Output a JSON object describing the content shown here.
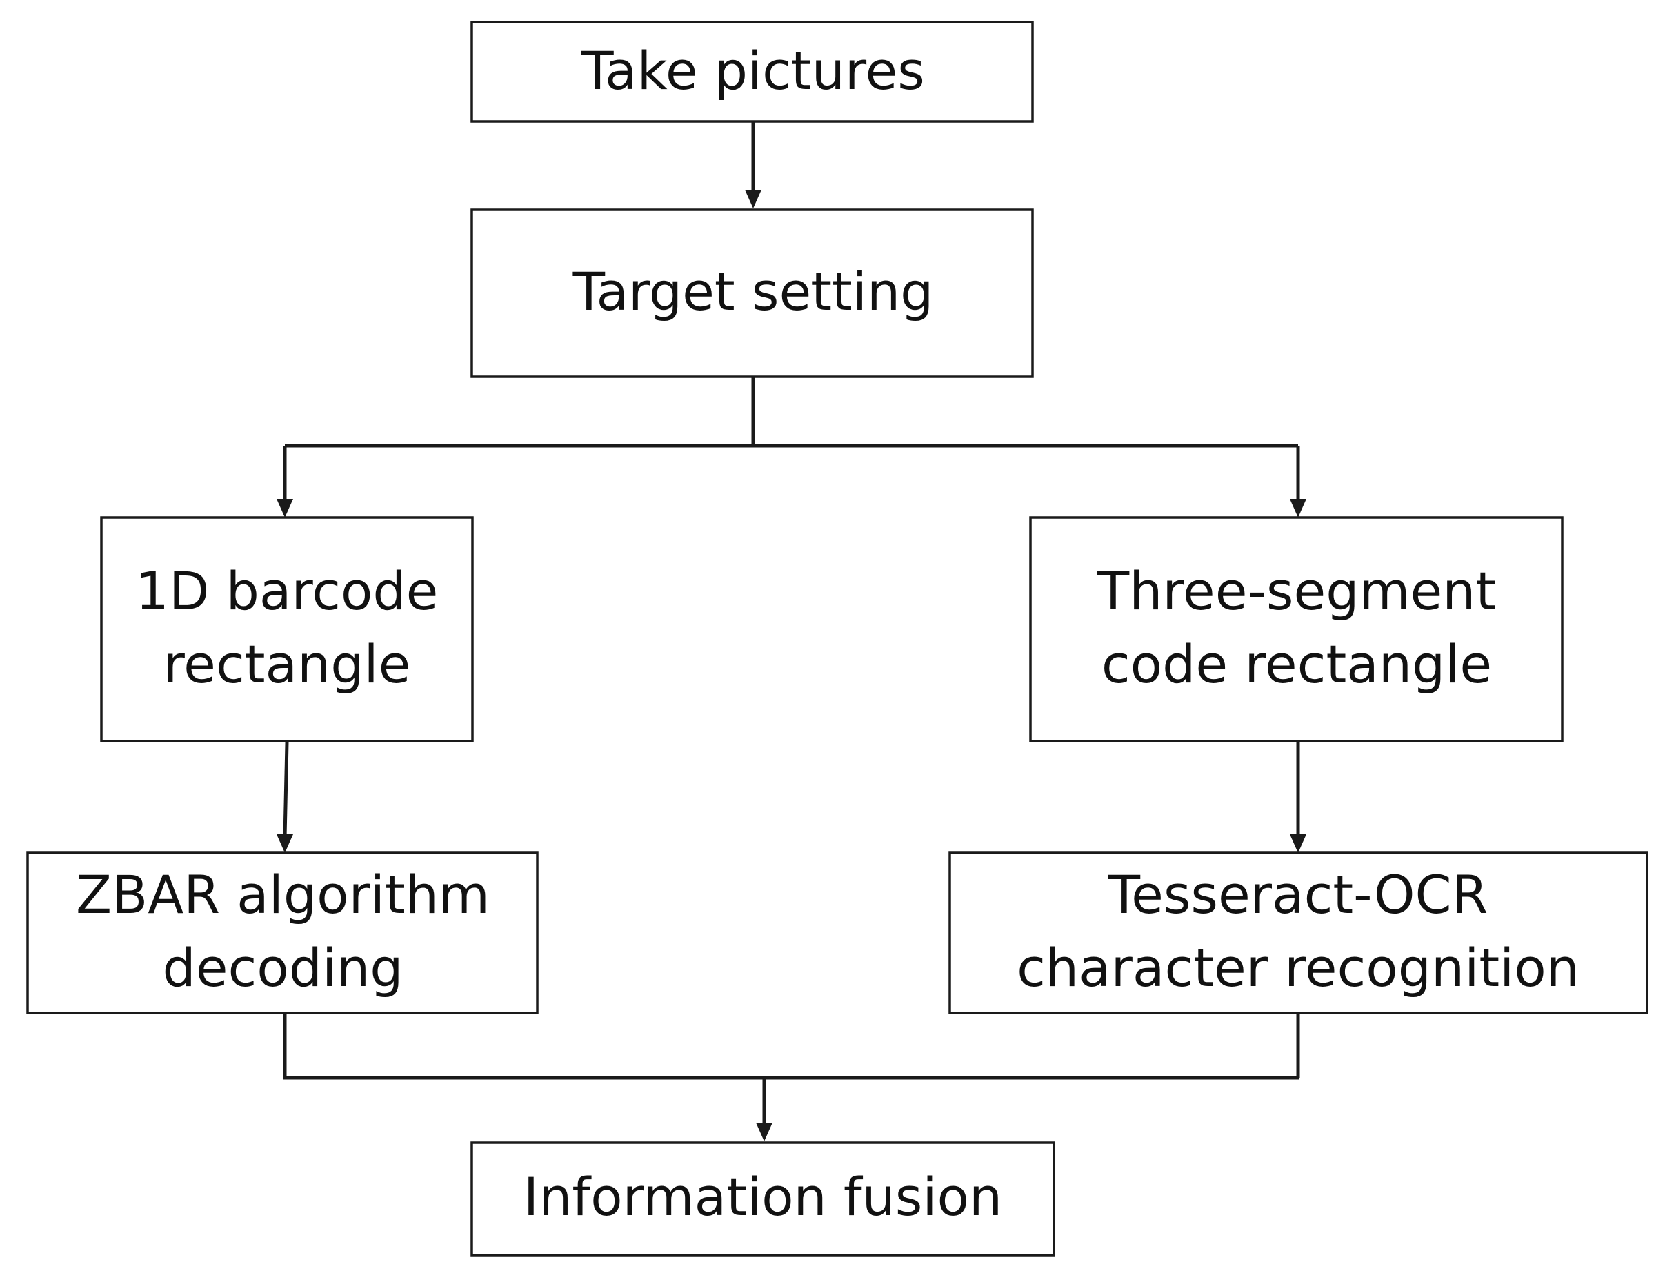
{
  "nodes": {
    "take_pictures": "Take pictures",
    "target_setting": "Target setting",
    "barcode_rect": {
      "line1": "1D barcode",
      "line2": "rectangle"
    },
    "segment_rect": {
      "line1": "Three-segment",
      "line2": "code rectangle"
    },
    "zbar": {
      "line1": "ZBAR algorithm",
      "line2": "decoding"
    },
    "tesseract": {
      "line1": "Tesseract-OCR",
      "line2": "character recognition"
    },
    "fusion": "Information fusion"
  },
  "colors": {
    "line": "#1a1a1a",
    "text": "#111111",
    "background": "#ffffff"
  }
}
